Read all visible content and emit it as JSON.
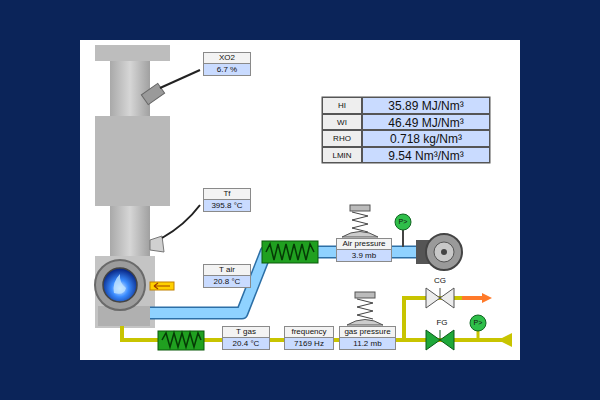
{
  "diagram": {
    "nodes": [
      {
        "text": [
          "XO2",
          "6.7 %"
        ]
      },
      {
        "text": [
          "Tf",
          "395.8 °C"
        ]
      },
      {
        "text": [
          "Air pressure",
          "3.9 mb"
        ]
      },
      {
        "text": [
          "T air",
          "20.8 °C"
        ]
      },
      {
        "text": [
          "T gas",
          "20.4 °C"
        ]
      },
      {
        "text": [
          "frequency",
          "7169 Hz"
        ]
      },
      {
        "text": [
          "gas pressure",
          "11.2 mb"
        ]
      }
    ],
    "labels": [
      "HI",
      "35.89 MJ/Nm³",
      "WI",
      "46.49 MJ/Nm³",
      "RHO",
      "0.718 kg/Nm³",
      "LMIN",
      "9.54 Nm³/Nm³",
      "CG",
      "FG",
      "P>",
      "P>"
    ]
  }
}
